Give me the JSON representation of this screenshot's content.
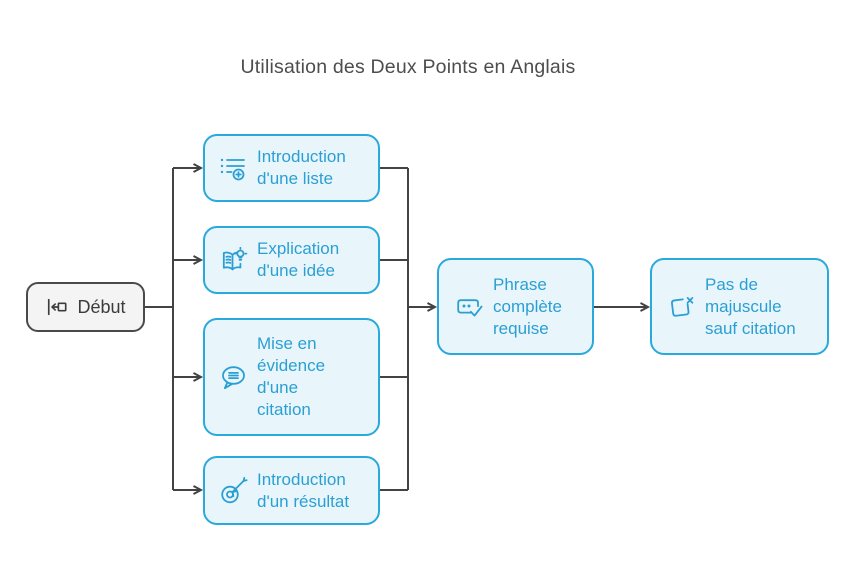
{
  "title": "Utilisation des Deux Points en Anglais",
  "nodes": {
    "start": {
      "label": "Début",
      "icon": "skip-start-icon"
    },
    "branches": [
      {
        "label": "Introduction d'une liste",
        "lines": [
          "Introduction",
          "d'une liste"
        ],
        "icon": "list-add-icon"
      },
      {
        "label": "Explication d'une idée",
        "lines": [
          "Explication",
          "d'une idée"
        ],
        "icon": "book-idea-icon"
      },
      {
        "label": "Mise en évidence d'une citation",
        "lines": [
          "Mise en",
          "évidence",
          "d'une",
          "citation"
        ],
        "icon": "quote-bubble-icon"
      },
      {
        "label": "Introduction d'un résultat",
        "lines": [
          "Introduction",
          "d'un résultat"
        ],
        "icon": "target-dart-icon"
      }
    ],
    "requirement": {
      "label": "Phrase complète requise",
      "lines": [
        "Phrase",
        "complète",
        "requise"
      ],
      "icon": "caption-check-icon"
    },
    "rule": {
      "label": "Pas de majuscule sauf citation",
      "lines": [
        "Pas de",
        "majuscule",
        "sauf citation"
      ],
      "icon": "no-capital-icon"
    }
  },
  "colors": {
    "accent_border": "#29a9dc",
    "accent_fill": "#e8f6fc",
    "accent_text": "#2b9fd3",
    "start_border": "#4a4a4a",
    "start_fill": "#f4f4f4",
    "start_text": "#3c3c3c",
    "connector": "#434343",
    "title_text": "#4d4d4d",
    "background": "#ffffff"
  }
}
